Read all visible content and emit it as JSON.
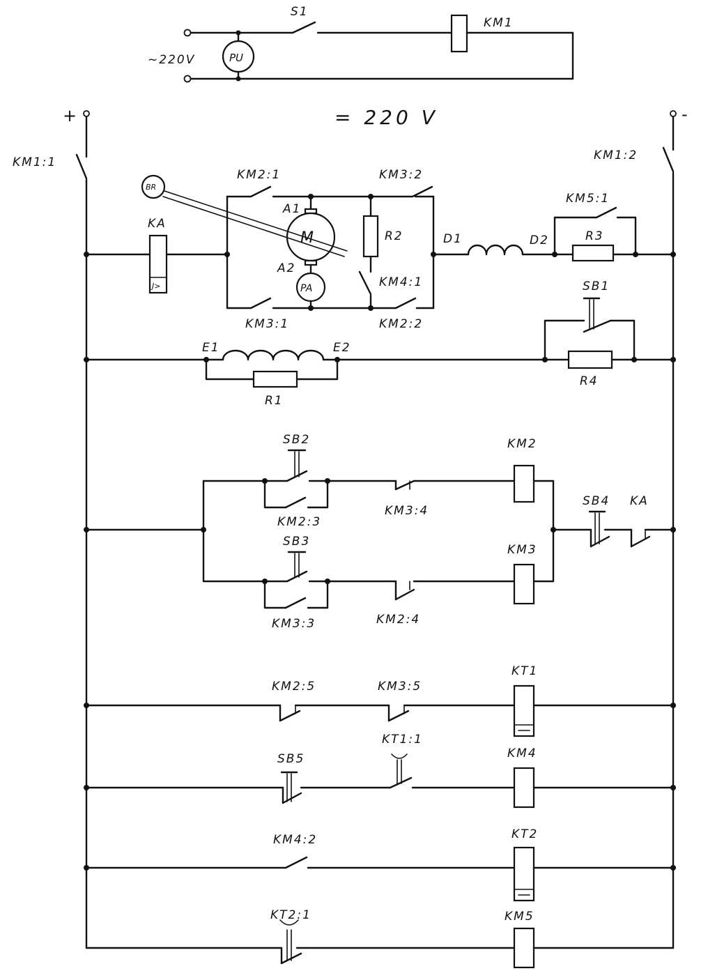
{
  "ac_supply": {
    "voltage": "~220V",
    "switch": "S1",
    "meter": "PU",
    "coil": "KM1"
  },
  "dc_supply": {
    "voltage": "= 220 V",
    "plus": "+",
    "minus": "-"
  },
  "main_circuit": {
    "km1_1": "KM1:1",
    "km1_2": "KM1:2",
    "ka": "KA",
    "ka_mark": "J>",
    "br": "BR",
    "motor": "M",
    "a1": "A1",
    "a2": "A2",
    "ammeter": "PA",
    "km2_1": "KM2:1",
    "km3_2": "KM3:2",
    "km3_1": "KM3:1",
    "km2_2": "KM2:2",
    "km4_1": "KM4:1",
    "r2": "R2",
    "d1": "D1",
    "d2": "D2",
    "km5_1": "KM5:1",
    "r3": "R3"
  },
  "field_circuit": {
    "e1": "E1",
    "e2": "E2",
    "r1": "R1",
    "sb1": "SB1",
    "r4": "R4"
  },
  "control": {
    "sb2": "SB2",
    "km2_3": "KM2:3",
    "km3_4": "KM3:4",
    "km2": "KM2",
    "sb3": "SB3",
    "km3_3": "KM3:3",
    "km2_4": "KM2:4",
    "km3": "KM3",
    "sb4": "SB4",
    "ka_contact": "KA",
    "km2_5": "KM2:5",
    "km3_5": "KM3:5",
    "kt1": "KT1",
    "sb5": "SB5",
    "kt1_1": "KT1:1",
    "km4": "KM4",
    "km4_2": "KM4:2",
    "kt2": "KT2",
    "kt2_1": "KT2:1",
    "km5": "KM5"
  }
}
